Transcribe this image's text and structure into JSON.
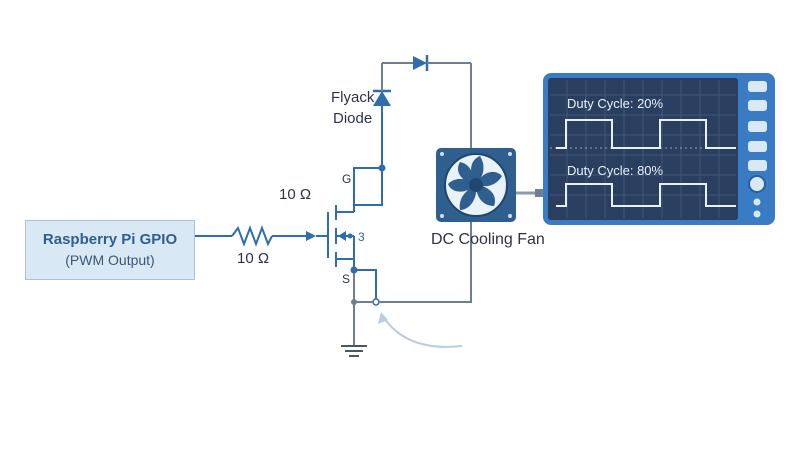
{
  "gpio": {
    "title": "Raspberry Pi GPIO",
    "subtitle": "(PWM Output)"
  },
  "resistor": {
    "label": "10 Ω"
  },
  "gate_resistor": {
    "label": "10 Ω"
  },
  "mosfet": {
    "gate": "G",
    "drain": "3",
    "source": "S"
  },
  "diode": {
    "label_line1": "Flyack",
    "label_line2": "Diode"
  },
  "fan": {
    "label": "DC Cooling Fan"
  },
  "oscilloscope": {
    "trace1_label": "Duty Cycle: 20%",
    "trace2_label": "Duty Cycle: 80%",
    "duty1": 0.2,
    "duty2": 0.8
  },
  "colors": {
    "wire": "#2f6db0",
    "wire_gray": "#6f7f93",
    "scope_bg": "#2a3f5f",
    "scope_frame": "#3a7cc4",
    "fan_blade": "#2f5f8f"
  }
}
